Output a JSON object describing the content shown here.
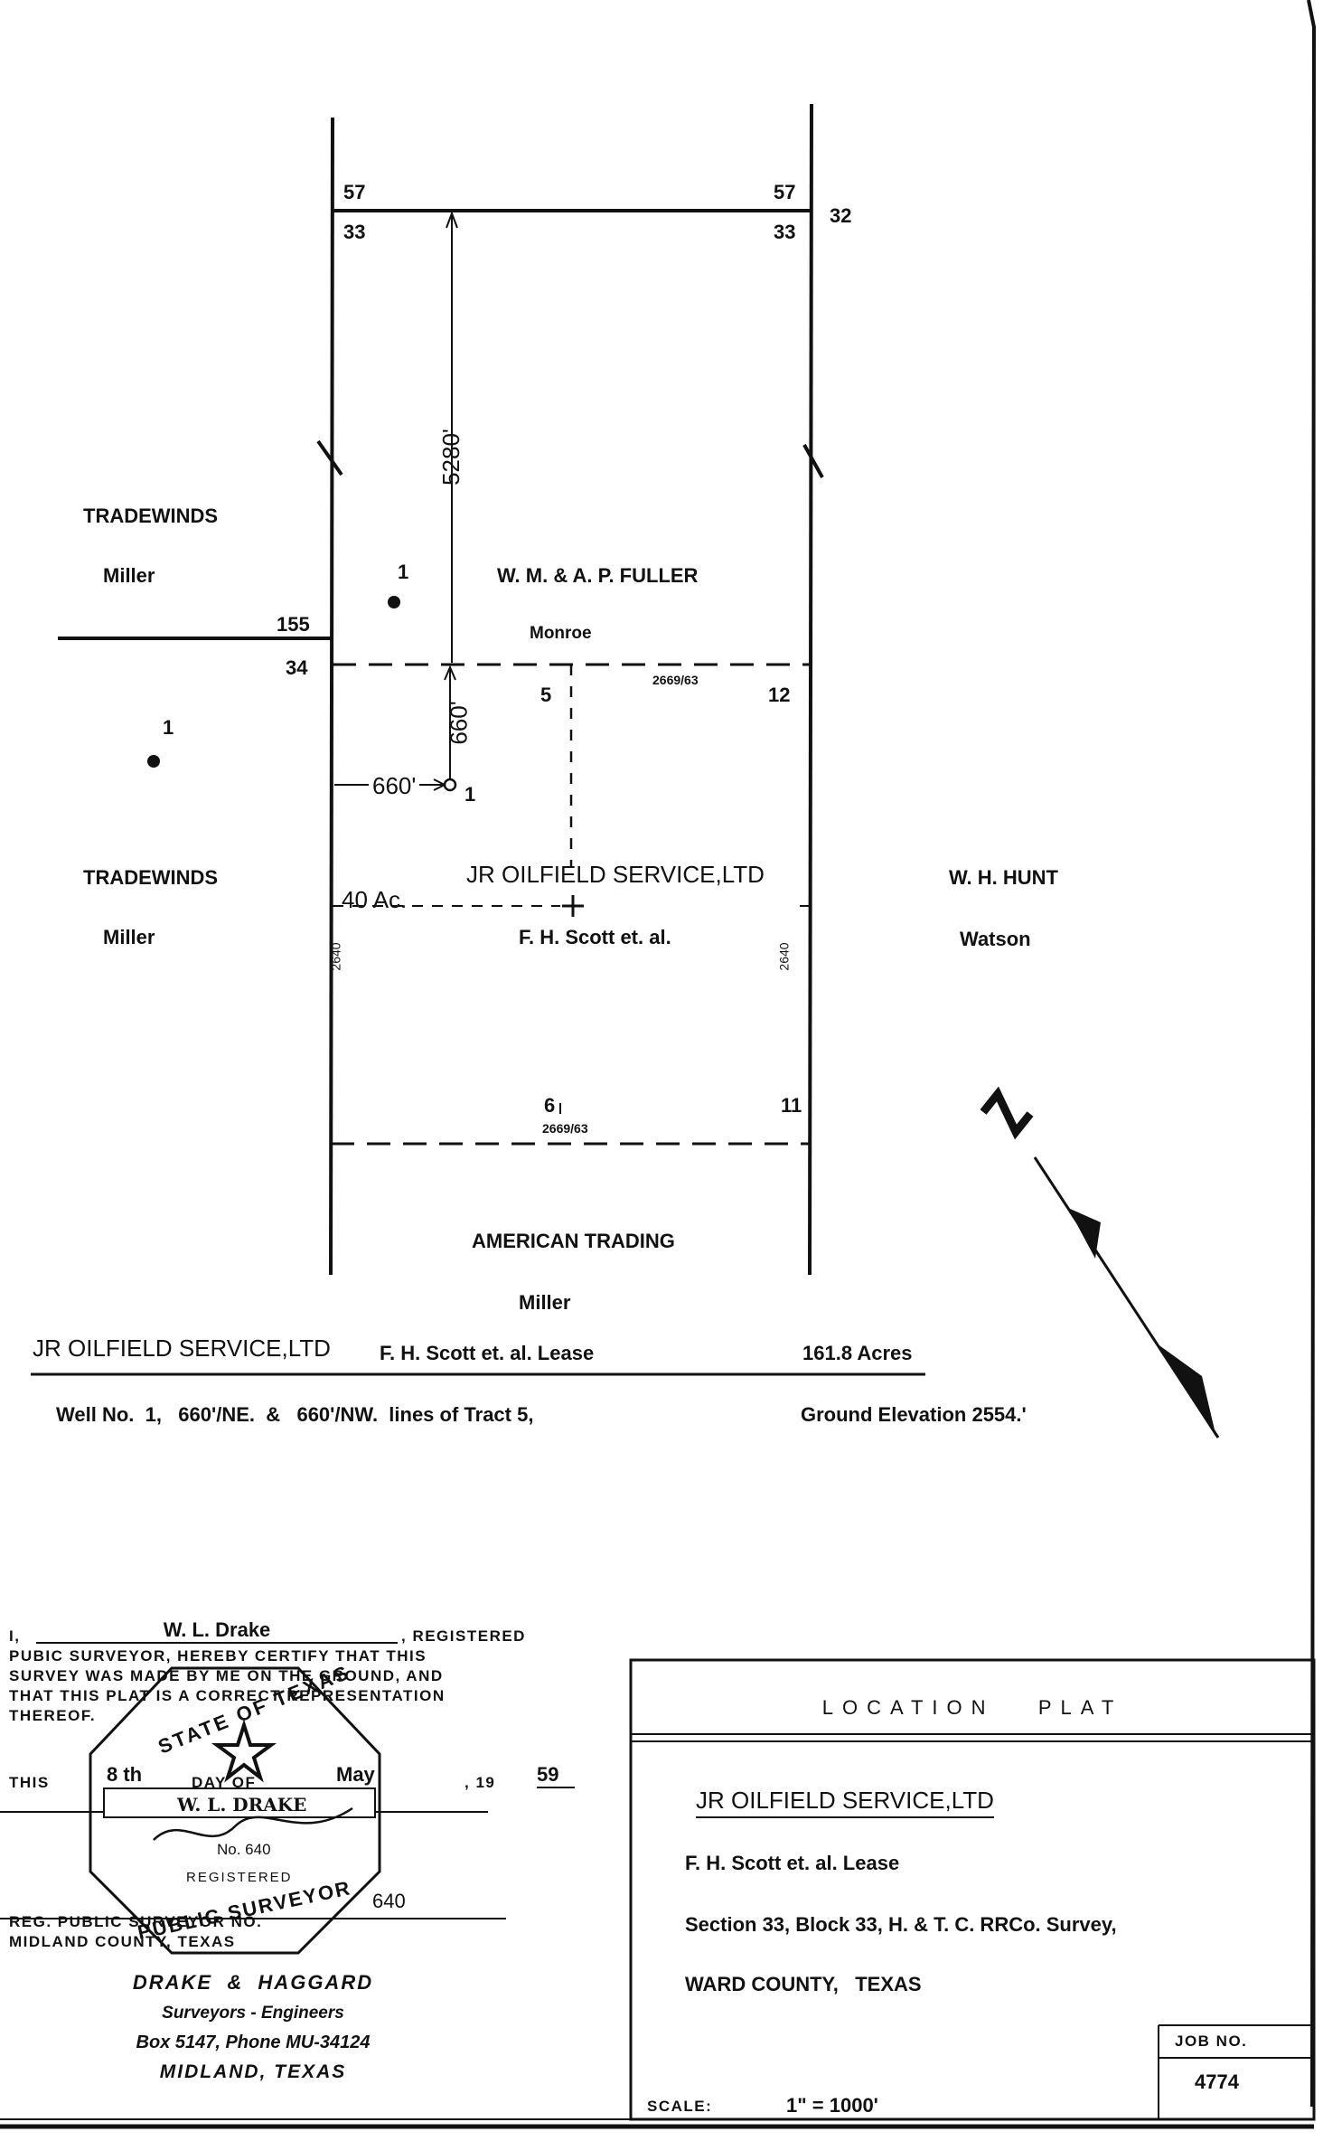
{
  "corners": {
    "tl_top": "57",
    "tl_bottom": "33",
    "tr_top": "57",
    "tr_bottom": "33",
    "tr_side": "32",
    "left_155": "155",
    "left_34": "34"
  },
  "dims": {
    "d5280": "5280'",
    "d660_v": "660'",
    "d660_h": "660'",
    "d2640_l": "2640",
    "d2640_r": "2640",
    "d2669_top": "2669/63",
    "d2669_bot": "2669/63",
    "acres40": "40 Ac."
  },
  "tracts": {
    "n5": "5",
    "n12": "12",
    "n6": "6",
    "n11": "11"
  },
  "labels": {
    "tradewinds_top": "TRADEWINDS",
    "miller_top": "Miller",
    "fuller": "W. M. & A. P. FULLER",
    "monroe": "Monroe",
    "well_1_top": "1",
    "well_1_left": "1",
    "well_loc": "1",
    "tradewinds_mid": "TRADEWINDS",
    "miller_mid": "Miller",
    "jr_center": "JR OILFIELD SERVICE,LTD",
    "scott_center": "F. H. Scott et. al.",
    "hunt": "W. H. HUNT",
    "watson": "Watson",
    "american": "AMERICAN TRADING",
    "miller_bottom": "Miller"
  },
  "summary": {
    "operator": "JR OILFIELD SERVICE,LTD",
    "lease": "F. H. Scott et. al.  Lease",
    "acres": "161.8 Acres",
    "well_line": "Well No.  1,   660'/NE.  &   660'/NW.  lines of Tract 5,",
    "elevation": "Ground Elevation  2554.'"
  },
  "certificate": {
    "prefix": "I,",
    "name": "W. L. Drake",
    "line1_end": ", REGISTERED",
    "line2": "PUBIC SURVEYOR, HEREBY CERTIFY THAT THIS",
    "line3": "SURVEY WAS MADE BY ME ON THE GROUND, AND",
    "line4": "THAT THIS PLAT IS A CORRECT REPRESENTATION",
    "line5": "THEREOF.",
    "this": "THIS",
    "day_num": "8 th",
    "day_of": "DAY OF",
    "month": "May",
    "year_pre": ", 19",
    "year": "59",
    "reg_label": "REG. PUBLIC SURVEYOR NO.",
    "reg_no": "640",
    "county": "MIDLAND COUNTY, TEXAS"
  },
  "seal": {
    "top_arc": "STATE OF TEXAS",
    "name": "W. L. DRAKE",
    "number": "No. 640",
    "registered": "REGISTERED",
    "bottom_arc": "PUBLIC SURVEYOR"
  },
  "firm": {
    "name": "DRAKE  &  HAGGARD",
    "sub": "Surveyors - Engineers",
    "box": "Box 5147, Phone  MU-34124",
    "city": "MIDLAND, TEXAS"
  },
  "titleblock": {
    "title": "LOCATION   PLAT",
    "operator": "JR OILFIELD SERVICE,LTD",
    "lease": "F. H. Scott  et. al.  Lease",
    "section": "Section 33, Block 33,  H. &  T. C. RRCo. Survey,",
    "county": "WARD COUNTY,   TEXAS",
    "scale_label": "SCALE:",
    "scale": "1\" = 1000'",
    "job_label": "JOB NO.",
    "job_no": "4774"
  }
}
